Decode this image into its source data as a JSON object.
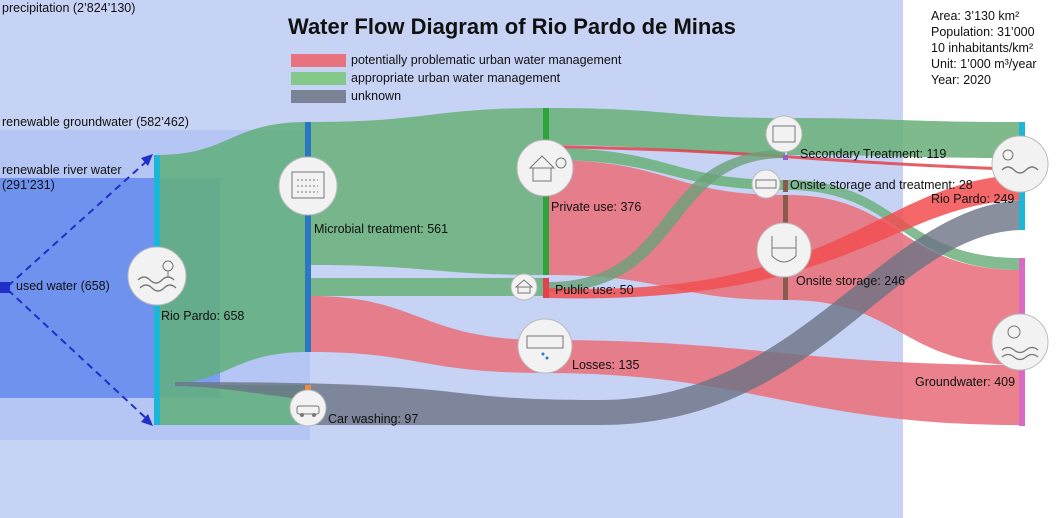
{
  "title": "Water Flow Diagram of Rio Pardo de Minas",
  "legend": [
    {
      "label": "potentially problematic urban water management",
      "color": "#e8737f"
    },
    {
      "label": "appropriate urban water management",
      "color": "#84c98a"
    },
    {
      "label": "unknown",
      "color": "#7a8296"
    }
  ],
  "info": {
    "area": "Area: 3’130 km²",
    "population": "Population: 31’000",
    "density": "10 inhabitants/km²",
    "unit": "Unit: 1’000 m³/year",
    "year": "Year: 2020"
  },
  "sources": {
    "precipitation": "precipitation (2’824’130)",
    "groundwater": "renewable groundwater (582’462)",
    "river_line1": "renewable river water",
    "river_line2": "(291’231)",
    "used_water": "used water (658)"
  },
  "nodes": {
    "rio_pardo_in": "Rio Pardo: 658",
    "microbial": "Microbial treatment: 561",
    "car_washing": "Car washing: 97",
    "private_use": "Private use: 376",
    "public_use": "Public use: 50",
    "losses": "Losses: 135",
    "secondary": "Secondary Treatment: 119",
    "onsite_treat": "Onsite storage and treatment: 28",
    "onsite_storage": "Onsite storage: 246",
    "rio_pardo_out": "Rio Pardo: 249",
    "groundwater_out": "Groundwater: 409"
  },
  "colors": {
    "problematic": "#e8737f",
    "appropriate": "#5fae7a",
    "unknown": "#6c7384",
    "precip_bg": "#c6d3f5",
    "groundwater_bg": "#a9bdf3",
    "river_bg": "#7a9cf0",
    "node_cyan": "#1cb6d6",
    "node_blue": "#2a78c2",
    "node_green": "#2fa33c",
    "node_red": "#e2424b",
    "node_purple": "#9a5cc7",
    "node_brown": "#8a5a4a",
    "node_pink": "#d86ac4",
    "node_orange": "#f08a3c"
  },
  "icons": [
    "river-icon",
    "treatment-icon",
    "house-icon",
    "public-building-icon",
    "pipe-leak-icon",
    "car-wash-icon",
    "secondary-treatment-icon",
    "septic-tank-icon",
    "storage-well-icon",
    "river-outlet-icon",
    "groundwater-icon"
  ]
}
